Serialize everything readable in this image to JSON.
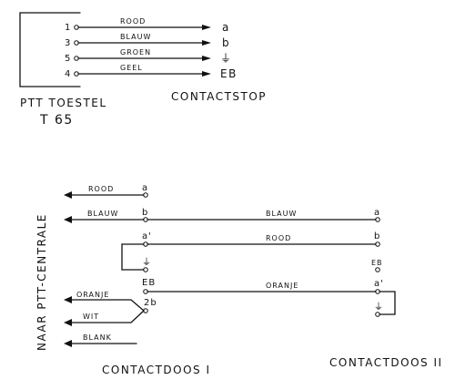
{
  "telephone_block": {
    "pins": [
      {
        "pin": "1",
        "wire": "ROOD",
        "contact": "a"
      },
      {
        "pin": "3",
        "wire": "BLAUW",
        "contact": "b"
      },
      {
        "pin": "5",
        "wire": "GROEN",
        "contact": "⏚"
      },
      {
        "pin": "4",
        "wire": "GEEL",
        "contact": "EB"
      }
    ],
    "label_device": "PTT TOESTEL",
    "label_model": "T 65",
    "label_plug": "CONTACTSTOP"
  },
  "wiring": {
    "side_label": "NAAR PTT-CENTRALE",
    "box1": {
      "label": "CONTACTDOOS I",
      "terminals": [
        "a",
        "b",
        "a'",
        "⏚",
        "EB",
        "2b"
      ],
      "left_wires": [
        "ROOD",
        "BLAUW",
        "ORANJE",
        "WIT",
        "BLANK"
      ]
    },
    "box2": {
      "label": "CONTACTDOOS II",
      "terminals": [
        "a",
        "b",
        "EB",
        "a'",
        "⏚"
      ]
    },
    "bridge_wires": [
      "BLAUW",
      "ROOD",
      "ORANJE"
    ]
  }
}
